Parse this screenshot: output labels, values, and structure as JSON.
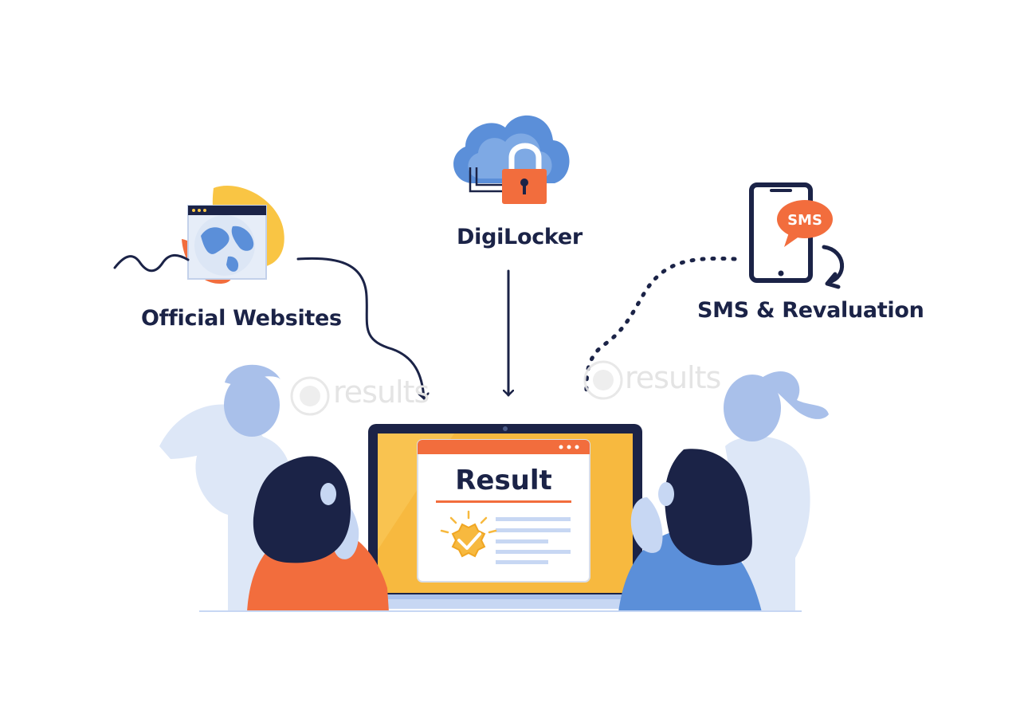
{
  "labels": {
    "official_websites": "Official Websites",
    "digilocker": "DigiLocker",
    "sms_revaluation": "SMS & Revaluation"
  },
  "sms_bubble": "SMS",
  "result_card": {
    "title": "Result"
  },
  "watermark": "results",
  "icons": [
    "globe-icon",
    "cloud-lock-icon",
    "phone-sms-icon",
    "check-badge-icon"
  ],
  "colors": {
    "navy": "#1b2347",
    "orange": "#f26d3d",
    "yellow": "#f9c544",
    "blue": "#5b8fd9",
    "light_blue": "#c7d7f3",
    "screen_yellow": "#f7b93f"
  }
}
